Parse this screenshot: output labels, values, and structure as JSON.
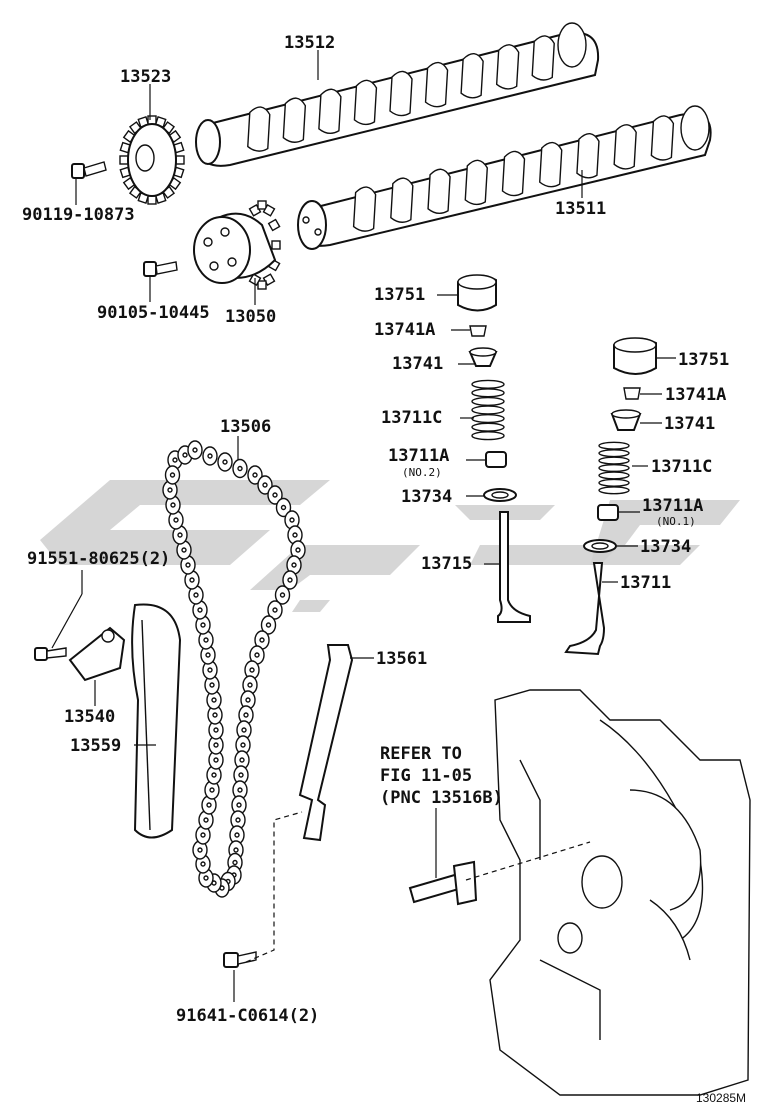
{
  "diagram": {
    "watermark": {
      "color": "#c8c8c8"
    },
    "labels": {
      "p13512": "13512",
      "p13523": "13523",
      "p90119": "90119-10873",
      "p13511": "13511",
      "p13050": "13050",
      "p90105": "90105-10445",
      "p13751_l": "13751",
      "p13741A_l": "13741A",
      "p13741_l": "13741",
      "p13711C_l": "13711C",
      "p13711A_l": "13711A",
      "p13711A_l_sub": "(NO.2)",
      "p13734_l": "13734",
      "p13715": "13715",
      "p13751_r": "13751",
      "p13741A_r": "13741A",
      "p13741_r": "13741",
      "p13711C_r": "13711C",
      "p13711A_r": "13711A",
      "p13711A_r_sub": "(NO.1)",
      "p13734_r": "13734",
      "p13711": "13711",
      "p13506": "13506",
      "p91551": "91551-80625(2)",
      "p13540": "13540",
      "p13559": "13559",
      "p13561": "13561",
      "refer1": "REFER TO",
      "refer2": "FIG 11-05",
      "refer3": "(PNC 13516B)",
      "p91641": "91641-C0614(2)",
      "figure_id": "130285M"
    }
  }
}
